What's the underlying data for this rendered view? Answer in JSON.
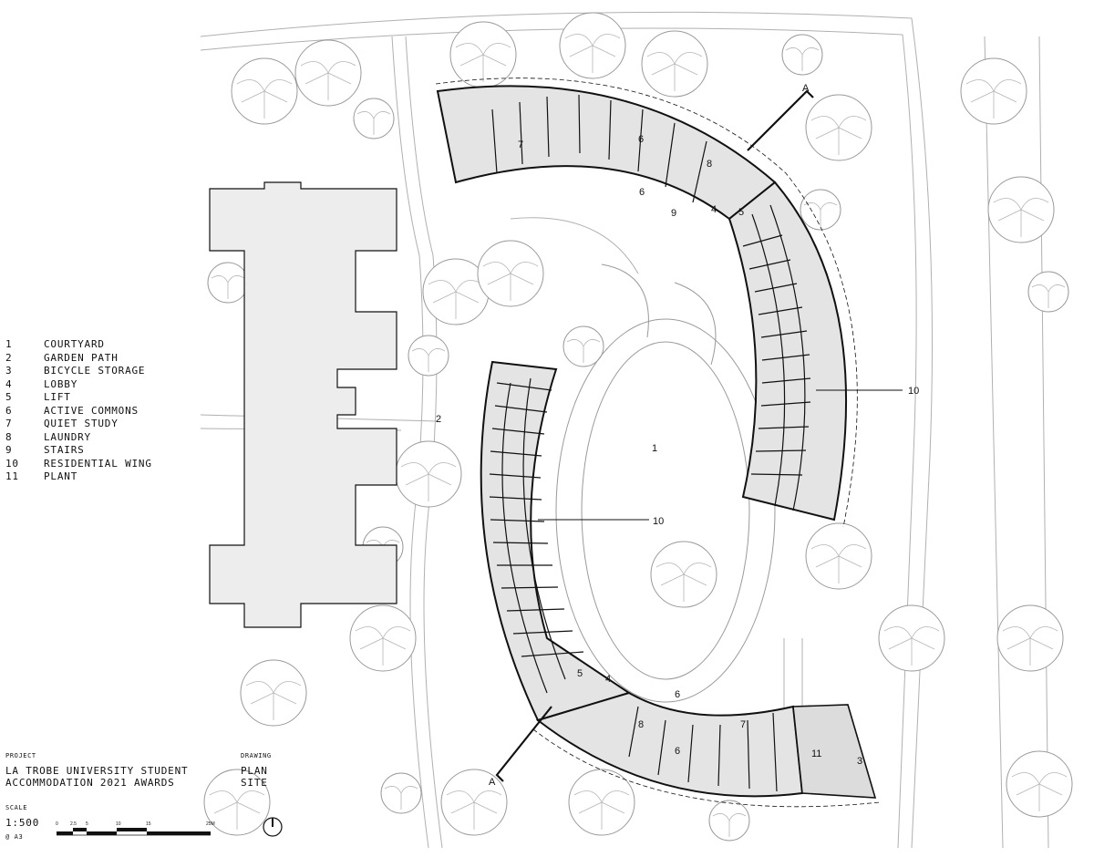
{
  "legend": [
    {
      "num": "1",
      "label": "COURTYARD"
    },
    {
      "num": "2",
      "label": "GARDEN PATH"
    },
    {
      "num": "3",
      "label": "BICYCLE STORAGE"
    },
    {
      "num": "4",
      "label": "LOBBY"
    },
    {
      "num": "5",
      "label": "LIFT"
    },
    {
      "num": "6",
      "label": "ACTIVE COMMONS"
    },
    {
      "num": "7",
      "label": "QUIET STUDY"
    },
    {
      "num": "8",
      "label": "LAUNDRY"
    },
    {
      "num": "9",
      "label": "STAIRS"
    },
    {
      "num": "10",
      "label": "RESIDENTIAL WING"
    },
    {
      "num": "11",
      "label": "PLANT"
    }
  ],
  "titleblock": {
    "project_heading": "PROJECT",
    "project_line1": "LA TROBE UNIVERSITY STUDENT",
    "project_line2": "ACCOMMODATION 2021 AWARDS",
    "drawing_heading": "DRAWING",
    "drawing_line1": "PLAN",
    "drawing_line2": "SITE",
    "scale_heading": "SCALE",
    "scale_value": "1:500",
    "sheet": "@ A3"
  },
  "scalebar_ticks": [
    "0",
    "2.5",
    "5",
    "10",
    "15",
    "25M"
  ],
  "plan_tags": {
    "courtyard": "1",
    "garden_path": "2",
    "bicycle_storage": "3",
    "lobby_north": "4",
    "lobby_south": "4",
    "lift_north": "5",
    "lift_south": "5",
    "commons_n1": "6",
    "commons_n2": "6",
    "commons_s1": "6",
    "commons_s2": "6",
    "study_n": "7",
    "study_s": "7",
    "laundry_n": "8",
    "laundry_s": "8",
    "stairs": "9",
    "wing_east": "10",
    "wing_west": "10",
    "plant": "11",
    "section_top": "A",
    "section_bottom": "A"
  }
}
